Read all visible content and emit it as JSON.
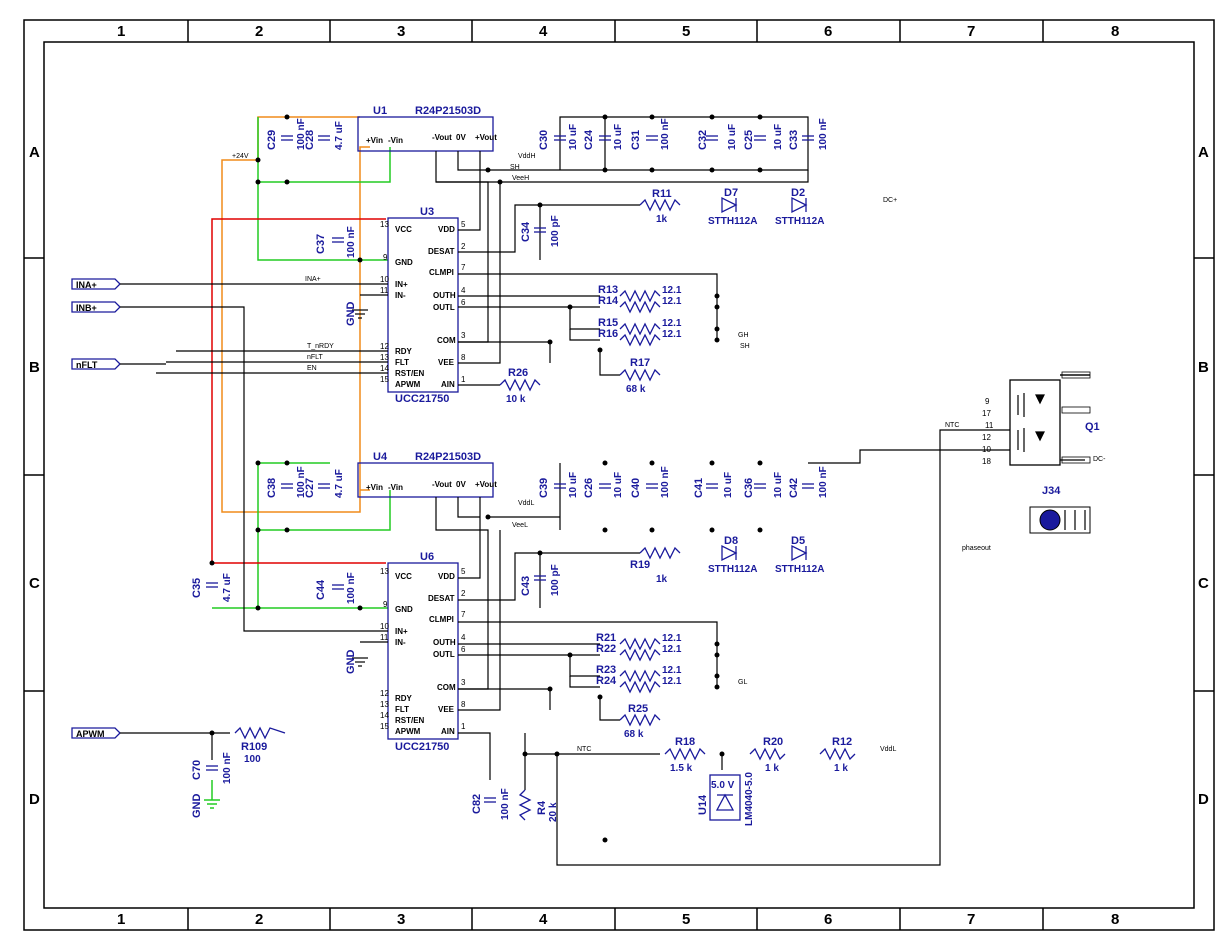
{
  "grid": {
    "cols": [
      "1",
      "2",
      "3",
      "4",
      "5",
      "6",
      "7",
      "8"
    ],
    "rows": [
      "A",
      "B",
      "C",
      "D"
    ]
  },
  "ports": {
    "ina": "INA+",
    "inb": "INB+",
    "nflt": "nFLT",
    "apwm": "APWM"
  },
  "nets": {
    "p24v": "+24V",
    "ina": "INA+",
    "vddh": "VddH",
    "sh1": "SH",
    "veeh": "VeeH",
    "dcp": "DC+",
    "t_nrdy": "T_nRDY",
    "nflt": "nFLT",
    "en": "EN",
    "gh": "GH",
    "sh2": "SH",
    "ntc_q": "NTC",
    "dcm": "DC-",
    "vddl": "VddL",
    "veel": "VeeL",
    "phaseout": "phaseout",
    "gl": "GL",
    "ntc": "NTC",
    "vddl2": "VddL"
  },
  "u1": {
    "ref": "U1",
    "part": "R24P21503D",
    "pins": [
      "+Vin",
      "-Vin",
      "-Vout",
      "0V",
      "+Vout"
    ]
  },
  "u4": {
    "ref": "U4",
    "part": "R24P21503D",
    "pins": [
      "+Vin",
      "-Vin",
      "-Vout",
      "0V",
      "+Vout"
    ]
  },
  "u3": {
    "ref": "U3",
    "part": "UCC21750",
    "left_pins": [
      {
        "n": "13",
        "name": "VCC"
      },
      {
        "n": "9",
        "name": "GND"
      },
      {
        "n": "10",
        "name": "IN+"
      },
      {
        "n": "11",
        "name": "IN-"
      },
      {
        "n": "12",
        "name": "RDY"
      },
      {
        "n": "13",
        "name": "FLT"
      },
      {
        "n": "14",
        "name": "RST/EN"
      },
      {
        "n": "15",
        "name": "APWM"
      }
    ],
    "right_pins": [
      {
        "n": "5",
        "name": "VDD"
      },
      {
        "n": "2",
        "name": "DESAT"
      },
      {
        "n": "7",
        "name": "CLMPI"
      },
      {
        "n": "4",
        "name": "OUTH"
      },
      {
        "n": "6",
        "name": "OUTL"
      },
      {
        "n": "3",
        "name": "COM"
      },
      {
        "n": "8",
        "name": "VEE"
      },
      {
        "n": "1",
        "name": "AIN"
      }
    ]
  },
  "u6": {
    "ref": "U6",
    "part": "UCC21750",
    "left_pins": [
      {
        "n": "13",
        "name": "VCC"
      },
      {
        "n": "9",
        "name": "GND"
      },
      {
        "n": "10",
        "name": "IN+"
      },
      {
        "n": "11",
        "name": "IN-"
      },
      {
        "n": "12",
        "name": "RDY"
      },
      {
        "n": "13",
        "name": "FLT"
      },
      {
        "n": "14",
        "name": "RST/EN"
      },
      {
        "n": "15",
        "name": "APWM"
      }
    ],
    "right_pins": [
      {
        "n": "5",
        "name": "VDD"
      },
      {
        "n": "2",
        "name": "DESAT"
      },
      {
        "n": "7",
        "name": "CLMPI"
      },
      {
        "n": "4",
        "name": "OUTH"
      },
      {
        "n": "6",
        "name": "OUTL"
      },
      {
        "n": "3",
        "name": "COM"
      },
      {
        "n": "8",
        "name": "VEE"
      },
      {
        "n": "1",
        "name": "AIN"
      }
    ]
  },
  "caps_top": [
    {
      "ref": "C29",
      "val": "100 nF"
    },
    {
      "ref": "C28",
      "val": "4.7 uF"
    },
    {
      "ref": "C30",
      "val": "10 uF"
    },
    {
      "ref": "C24",
      "val": "10 uF"
    },
    {
      "ref": "C31",
      "val": "100 nF"
    },
    {
      "ref": "C32",
      "val": "10 uF"
    },
    {
      "ref": "C25",
      "val": "10 uF"
    },
    {
      "ref": "C33",
      "val": "100 nF"
    },
    {
      "ref": "C37",
      "val": "100 nF"
    },
    {
      "ref": "C34",
      "val": "100 pF"
    }
  ],
  "caps_bot": [
    {
      "ref": "C38",
      "val": "100 nF"
    },
    {
      "ref": "C27",
      "val": "4.7 uF"
    },
    {
      "ref": "C39",
      "val": "10 uF"
    },
    {
      "ref": "C26",
      "val": "10 uF"
    },
    {
      "ref": "C40",
      "val": "100 nF"
    },
    {
      "ref": "C41",
      "val": "10 uF"
    },
    {
      "ref": "C36",
      "val": "10 uF"
    },
    {
      "ref": "C42",
      "val": "100 nF"
    },
    {
      "ref": "C35",
      "val": "4.7 uF"
    },
    {
      "ref": "C44",
      "val": "100 nF"
    },
    {
      "ref": "C43",
      "val": "100 pF"
    },
    {
      "ref": "C70",
      "val": "100 nF"
    },
    {
      "ref": "C82",
      "val": "100 nF"
    }
  ],
  "resistors": {
    "r11": {
      "ref": "R11",
      "val": "1k"
    },
    "r13": {
      "ref": "R13",
      "val": "12.1"
    },
    "r14": {
      "ref": "R14",
      "val": "12.1"
    },
    "r15": {
      "ref": "R15",
      "val": "12.1"
    },
    "r16": {
      "ref": "R16",
      "val": "12.1"
    },
    "r17": {
      "ref": "R17",
      "val": "68 k"
    },
    "r26": {
      "ref": "R26",
      "val": "10 k"
    },
    "r19": {
      "ref": "R19",
      "val": "1k"
    },
    "r21": {
      "ref": "R21",
      "val": "12.1"
    },
    "r22": {
      "ref": "R22",
      "val": "12.1"
    },
    "r23": {
      "ref": "R23",
      "val": "12.1"
    },
    "r24": {
      "ref": "R24",
      "val": "12.1"
    },
    "r25": {
      "ref": "R25",
      "val": "68 k"
    },
    "r109": {
      "ref": "R109",
      "val": "100"
    },
    "r18": {
      "ref": "R18",
      "val": "1.5 k"
    },
    "r20": {
      "ref": "R20",
      "val": "1 k"
    },
    "r12": {
      "ref": "R12",
      "val": "1 k"
    },
    "r4": {
      "ref": "R4",
      "val": "20 k"
    }
  },
  "diodes": {
    "d7": {
      "ref": "D7",
      "val": "STTH112A"
    },
    "d2": {
      "ref": "D2",
      "val": "STTH112A"
    },
    "d8": {
      "ref": "D8",
      "val": "STTH112A"
    },
    "d5": {
      "ref": "D5",
      "val": "STTH112A"
    }
  },
  "q1": {
    "ref": "Q1",
    "pins": [
      "9",
      "17",
      "11",
      "12",
      "10",
      "18"
    ]
  },
  "j34": {
    "ref": "J34"
  },
  "u14": {
    "ref": "U14",
    "val": "LM4040-5.0",
    "voltage": "5.0 V"
  },
  "gnd_label": "GND",
  "colors": {
    "wire": "#000000",
    "component": "#1a1a9c",
    "vcc": "#e00000",
    "gnd": "#22cc22",
    "p24v": "#f08c1a"
  }
}
